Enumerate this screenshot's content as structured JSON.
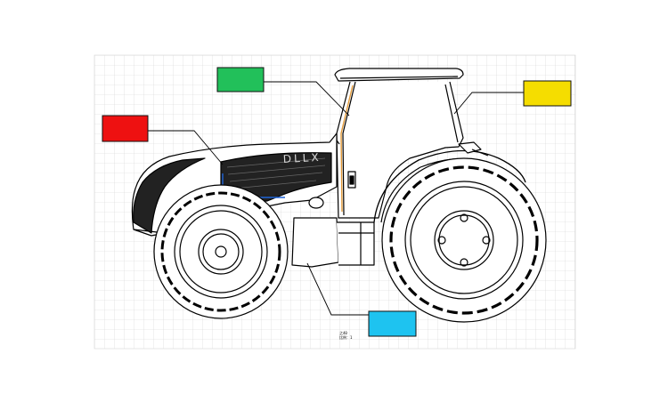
{
  "drawing": {
    "brand_text": "DLLX",
    "footer_line_1": "之40",
    "footer_line_2": "比例：1"
  },
  "callouts": [
    {
      "id": "green",
      "color": "#22c05a"
    },
    {
      "id": "red",
      "color": "#ee1111"
    },
    {
      "id": "yellow",
      "color": "#f5dd00"
    },
    {
      "id": "cyan",
      "color": "#1ec3f0"
    }
  ],
  "colors": {
    "grid": "#d4d4d4",
    "outline": "#000000",
    "accent_orange": "#e39b3a",
    "accent_blue": "#1e64d8"
  }
}
